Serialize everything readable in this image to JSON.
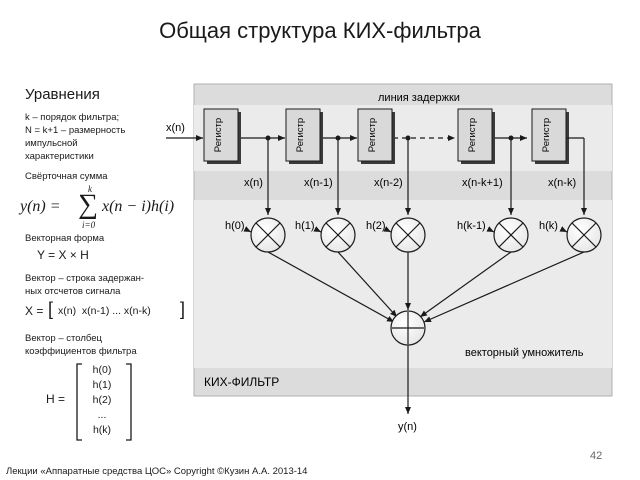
{
  "title": "Общая структура КИХ-фильтра",
  "left": {
    "heading": "Уравнения",
    "def_line1": "k – порядок фильтра;",
    "def_line2": "N = k+1 – размерность",
    "def_line3": "импульсной",
    "def_line4": "характеристики",
    "conv_label": "Свёрточная сумма",
    "formula_lhs": "y(n) =",
    "formula_sum": "∑",
    "formula_top": "k",
    "formula_bottom": "i=0",
    "formula_rhs": "x(n − i)h(i)",
    "vector_form_label": "Векторная форма",
    "vector_eq": "Y = X × H",
    "row_label1": "Вектор – строка задержан-",
    "row_label2": "ных отсчетов сигнала",
    "x_vector_lhs": "X =",
    "x_vector_body": "x(n)  x(n-1) ... x(n-k)",
    "col_label1": "Вектор – столбец",
    "col_label2": "коэффициентов фильтра",
    "h_vector_lhs": "H =",
    "h_entries": [
      "h(0)",
      "h(1)",
      "h(2)",
      "...",
      "h(k)"
    ]
  },
  "diagram": {
    "delay_line_label": "линия задержки",
    "register_label": "Регистр",
    "input_label": "x(n)",
    "tap_labels": [
      "x(n)",
      "x(n-1)",
      "x(n-2)",
      "x(n-k+1)",
      "x(n-k)"
    ],
    "coef_labels": [
      "h(0)",
      "h(1)",
      "h(2)",
      "h(k-1)",
      "h(k)"
    ],
    "multiplier_label": "векторный умножитель",
    "filter_label": "КИХ-ФИЛЬТР",
    "output_label": "y(n)"
  },
  "footer": "Лекции «Аппаратные средства ЦОС» Copyright ©Кузин А.А. 2013-14",
  "page_number": "42",
  "colors": {
    "panel": "#dcdcdc",
    "band": "#ebebeb",
    "register": "#d9d9d9",
    "line": "#1a1a1a"
  }
}
